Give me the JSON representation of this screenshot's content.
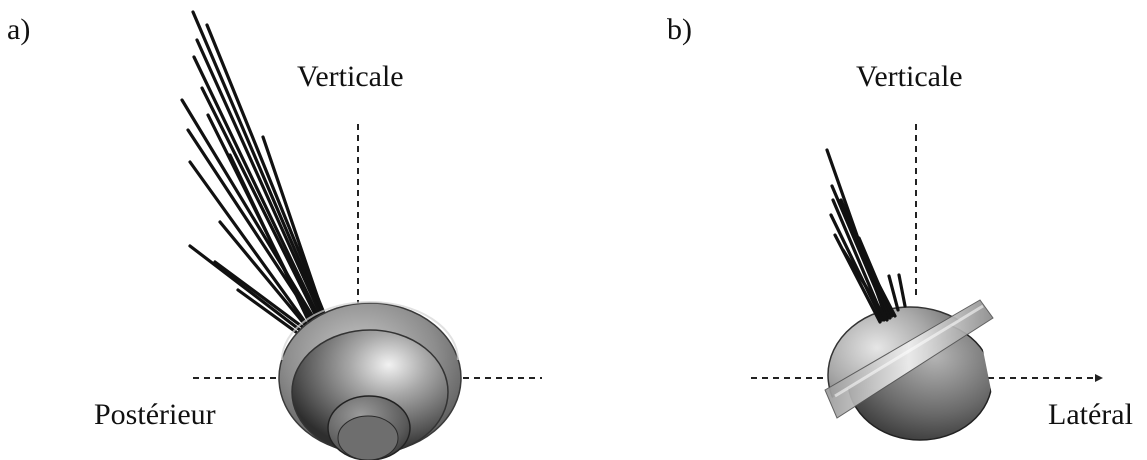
{
  "figure": {
    "panel_a": {
      "letter": "a)",
      "vertical_label": "Verticale",
      "horizontal_label": "Postérieur"
    },
    "panel_b": {
      "letter": "b)",
      "vertical_label": "Verticale",
      "horizontal_label": "Latéral"
    }
  }
}
